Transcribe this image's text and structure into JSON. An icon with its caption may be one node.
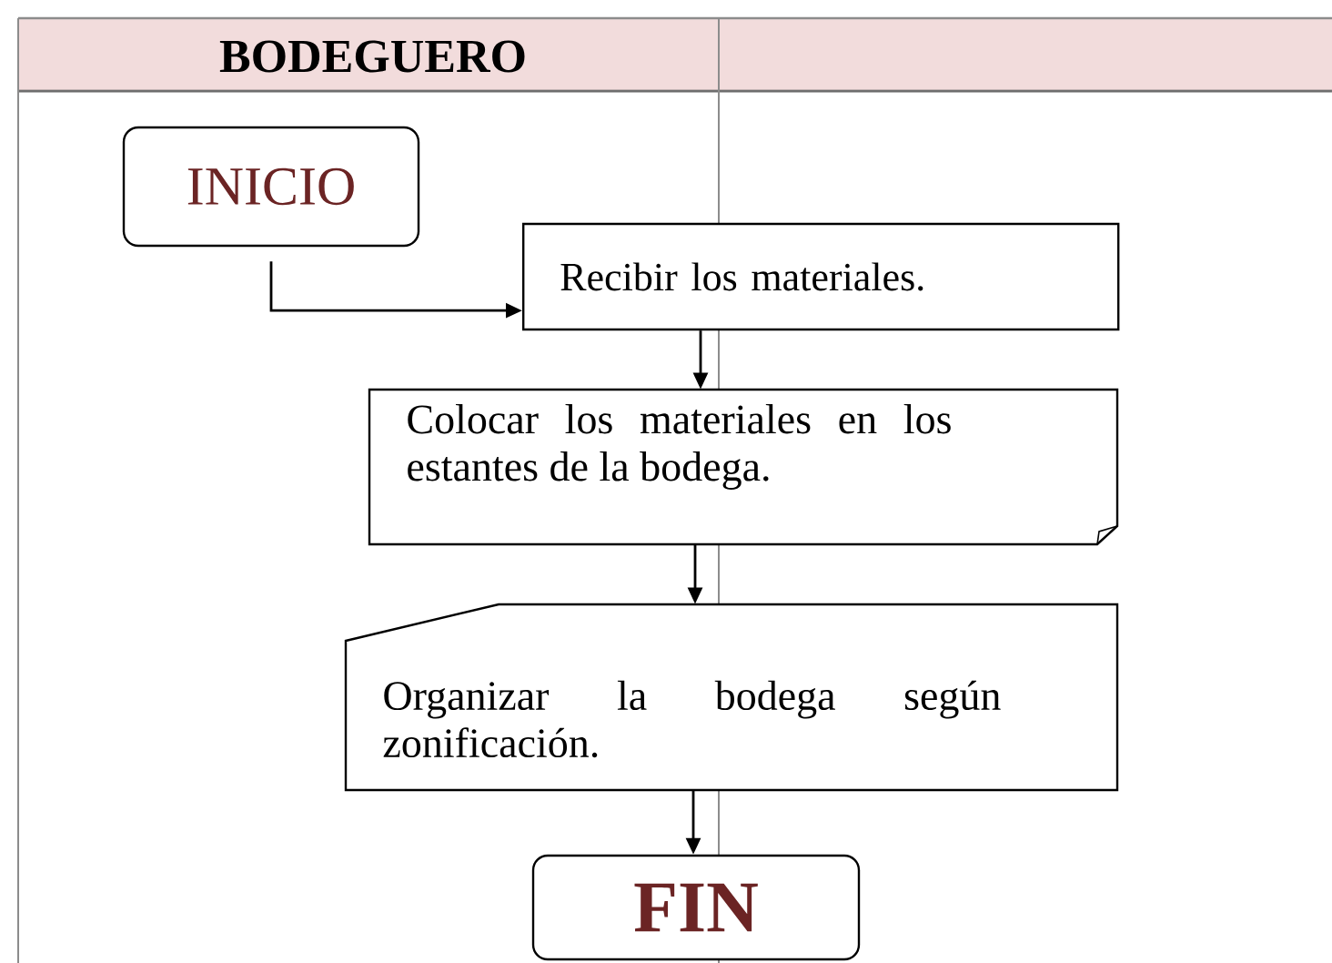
{
  "diagram": {
    "nodes": [
      {
        "text": [
          "INICIO"
        ]
      },
      {
        "text": [
          "Recibir los materiales."
        ]
      },
      {
        "text": [
          "Colocar los materiales en los estantes de la bodega."
        ]
      },
      {
        "text": [
          "Organizar la bodega según zonificación."
        ]
      },
      {
        "text": [
          "FIN"
        ]
      }
    ],
    "edges": [
      {
        "from": 0,
        "to": 1,
        "arrow": "to"
      },
      {
        "from": 1,
        "to": 2,
        "arrow": "to"
      },
      {
        "from": 2,
        "to": 3,
        "arrow": "to"
      },
      {
        "from": 3,
        "to": 4,
        "arrow": "to"
      }
    ],
    "labels": [
      "BODEGUERO"
    ]
  }
}
